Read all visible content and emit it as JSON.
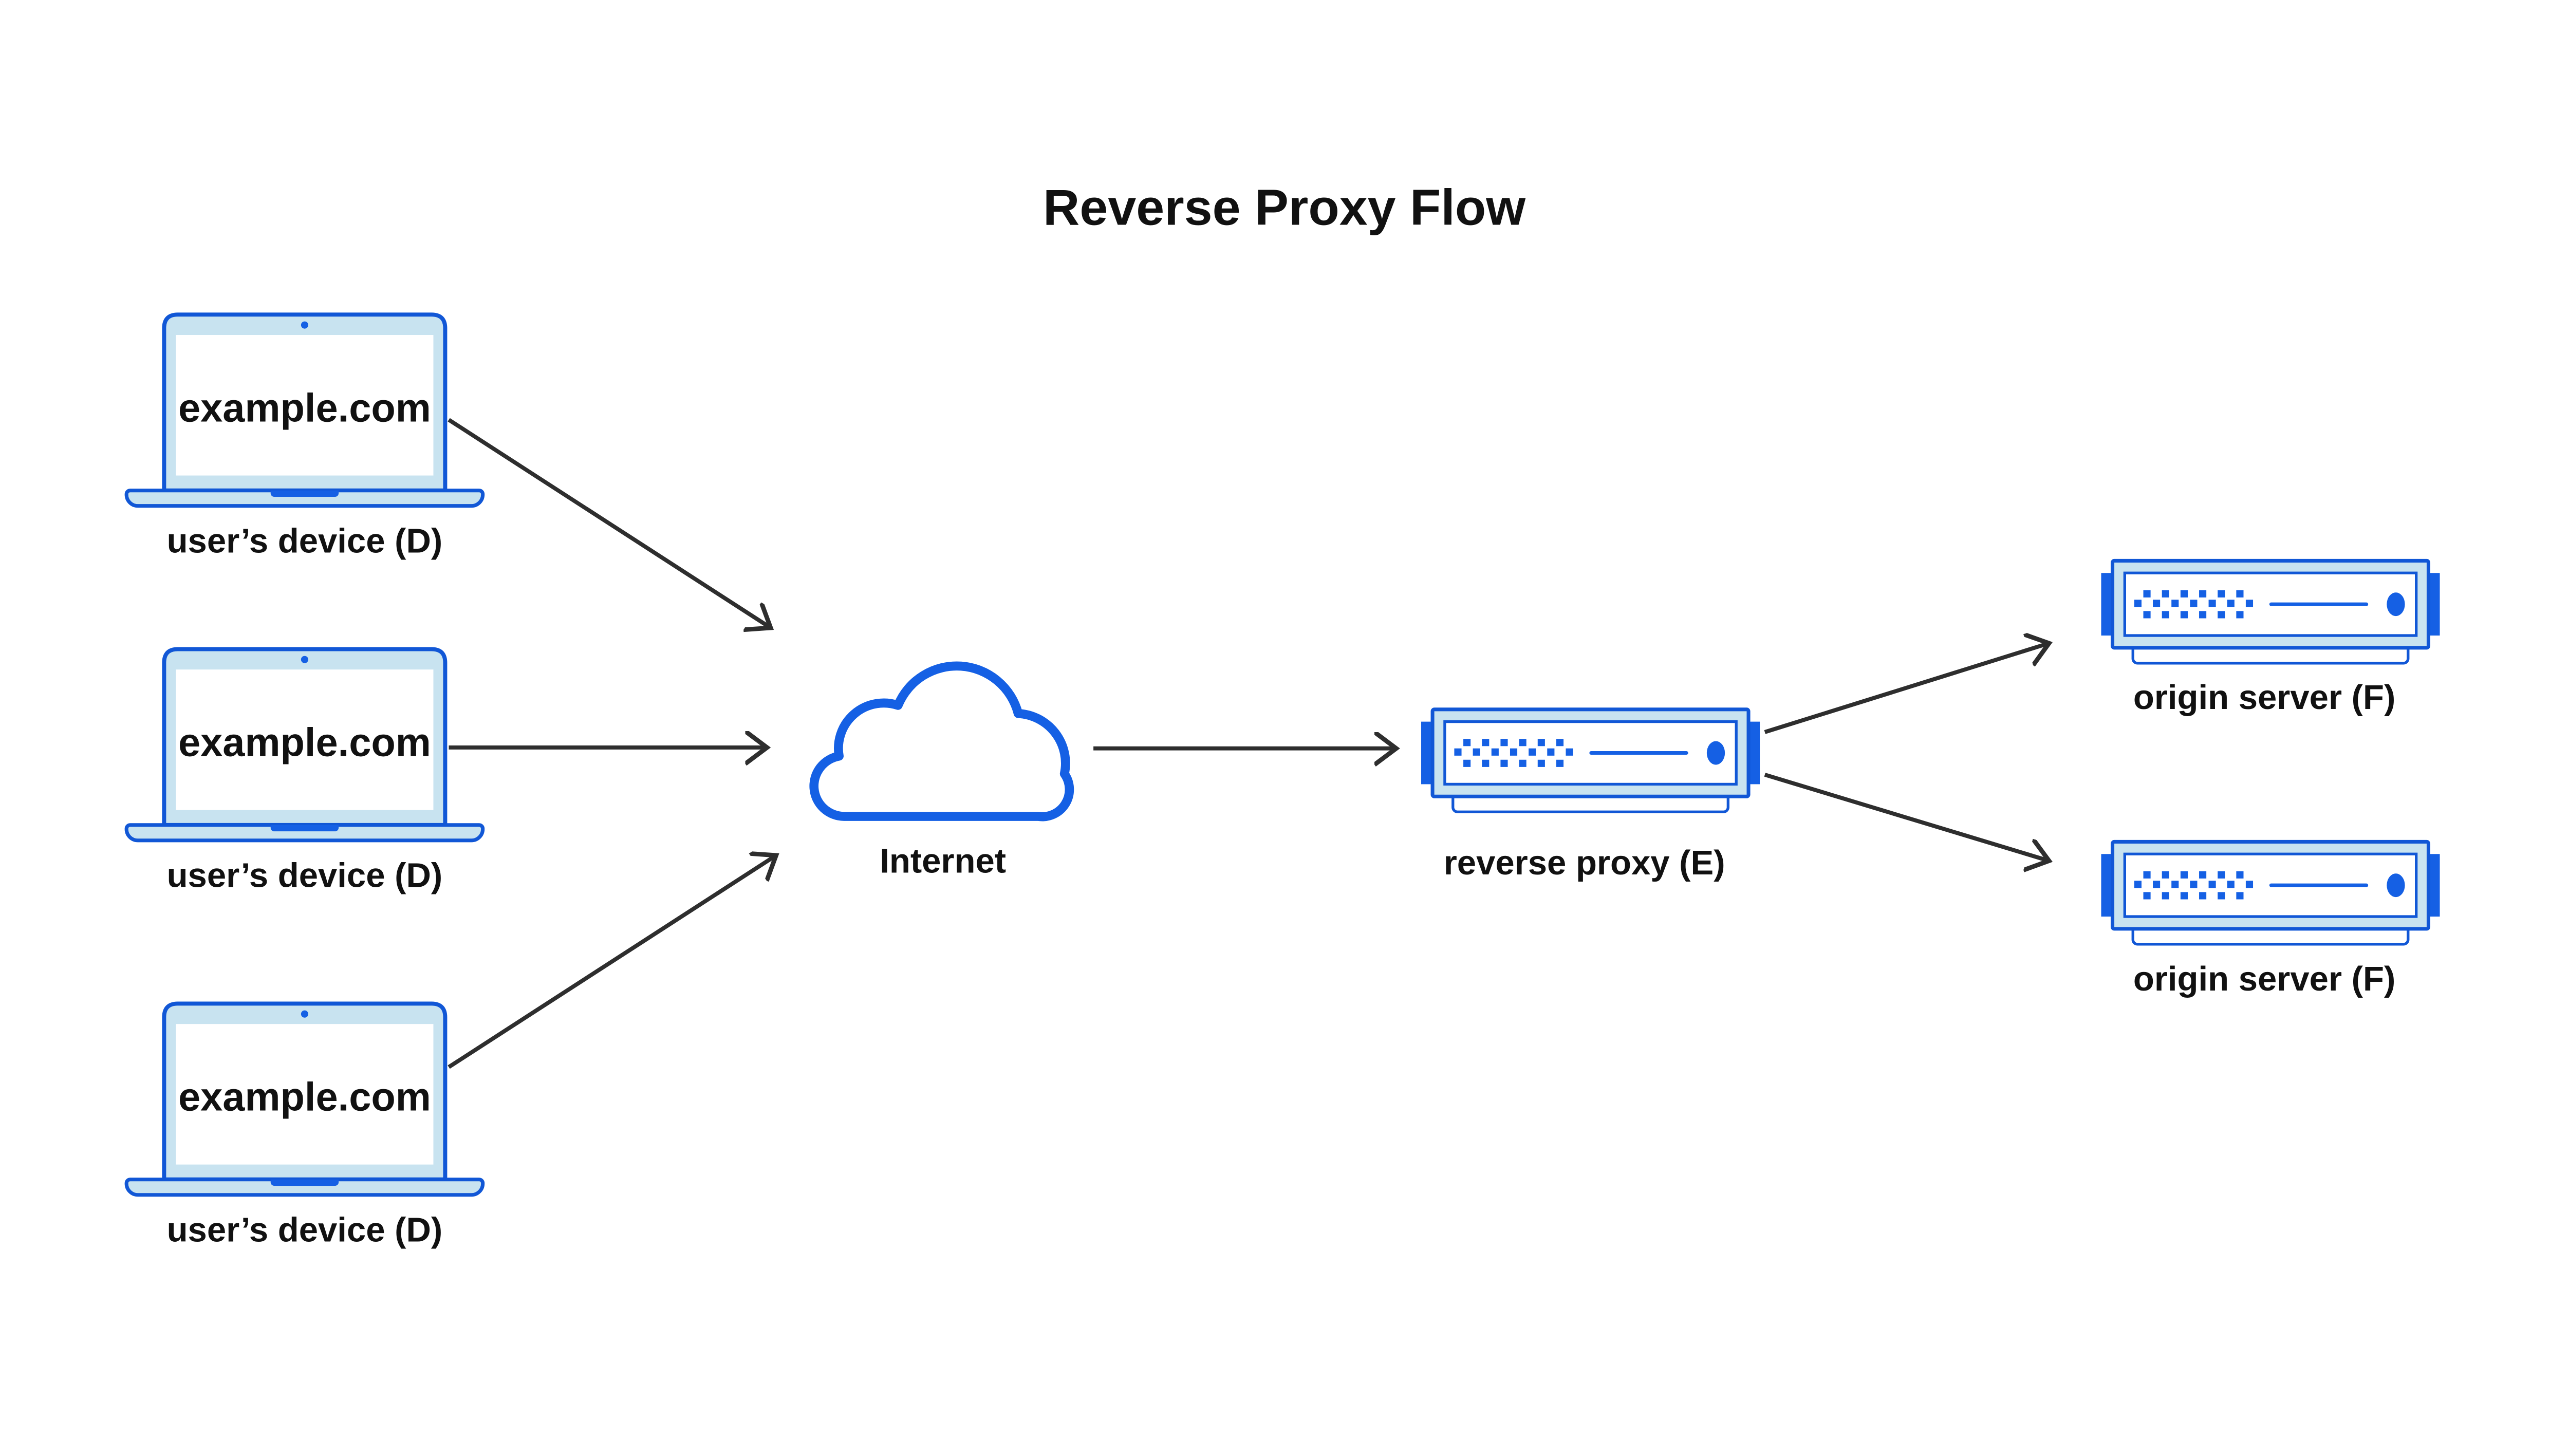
{
  "title": "Reverse Proxy Flow",
  "colors": {
    "blue_stroke": "#1157d6",
    "blue_fill": "#1560e4",
    "light_blue": "#c8e3f0",
    "arrow": "#2e2e2e",
    "text": "#111111",
    "background": "#ffffff"
  },
  "devices": [
    {
      "screen_text": "example.com",
      "label": "user’s device (D)"
    },
    {
      "screen_text": "example.com",
      "label": "user’s device (D)"
    },
    {
      "screen_text": "example.com",
      "label": "user’s device (D)"
    }
  ],
  "internet": {
    "label": "Internet"
  },
  "reverse_proxy": {
    "label": "reverse proxy (E)"
  },
  "origin_servers": [
    {
      "label": "origin server (F)"
    },
    {
      "label": "origin server (F)"
    }
  ]
}
